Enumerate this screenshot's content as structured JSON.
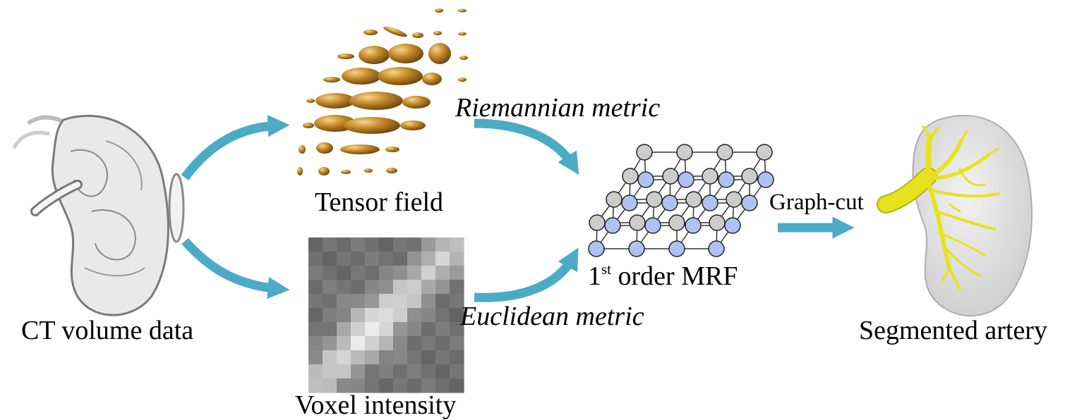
{
  "nodes": {
    "ct": {
      "label": "CT volume data"
    },
    "tensor": {
      "label": "Tensor field"
    },
    "voxel": {
      "label": "Voxel intensity"
    },
    "mrf": {
      "label_number": "1",
      "label_superscript": "st",
      "label_rest": " order MRF"
    },
    "seg": {
      "label": "Segmented artery"
    }
  },
  "edges": {
    "riemannian": {
      "label": "Riemannian metric"
    },
    "euclidean": {
      "label": "Euclidean metric"
    },
    "graphcut": {
      "label": "Graph-cut"
    }
  },
  "colors": {
    "arrow": "#4aacc4",
    "ellipsoid": "#c58a2a",
    "node_front": "#aec3f2",
    "node_back": "#cccccc",
    "artery": "#e6e21e",
    "kidney": "#d8d8d8"
  }
}
